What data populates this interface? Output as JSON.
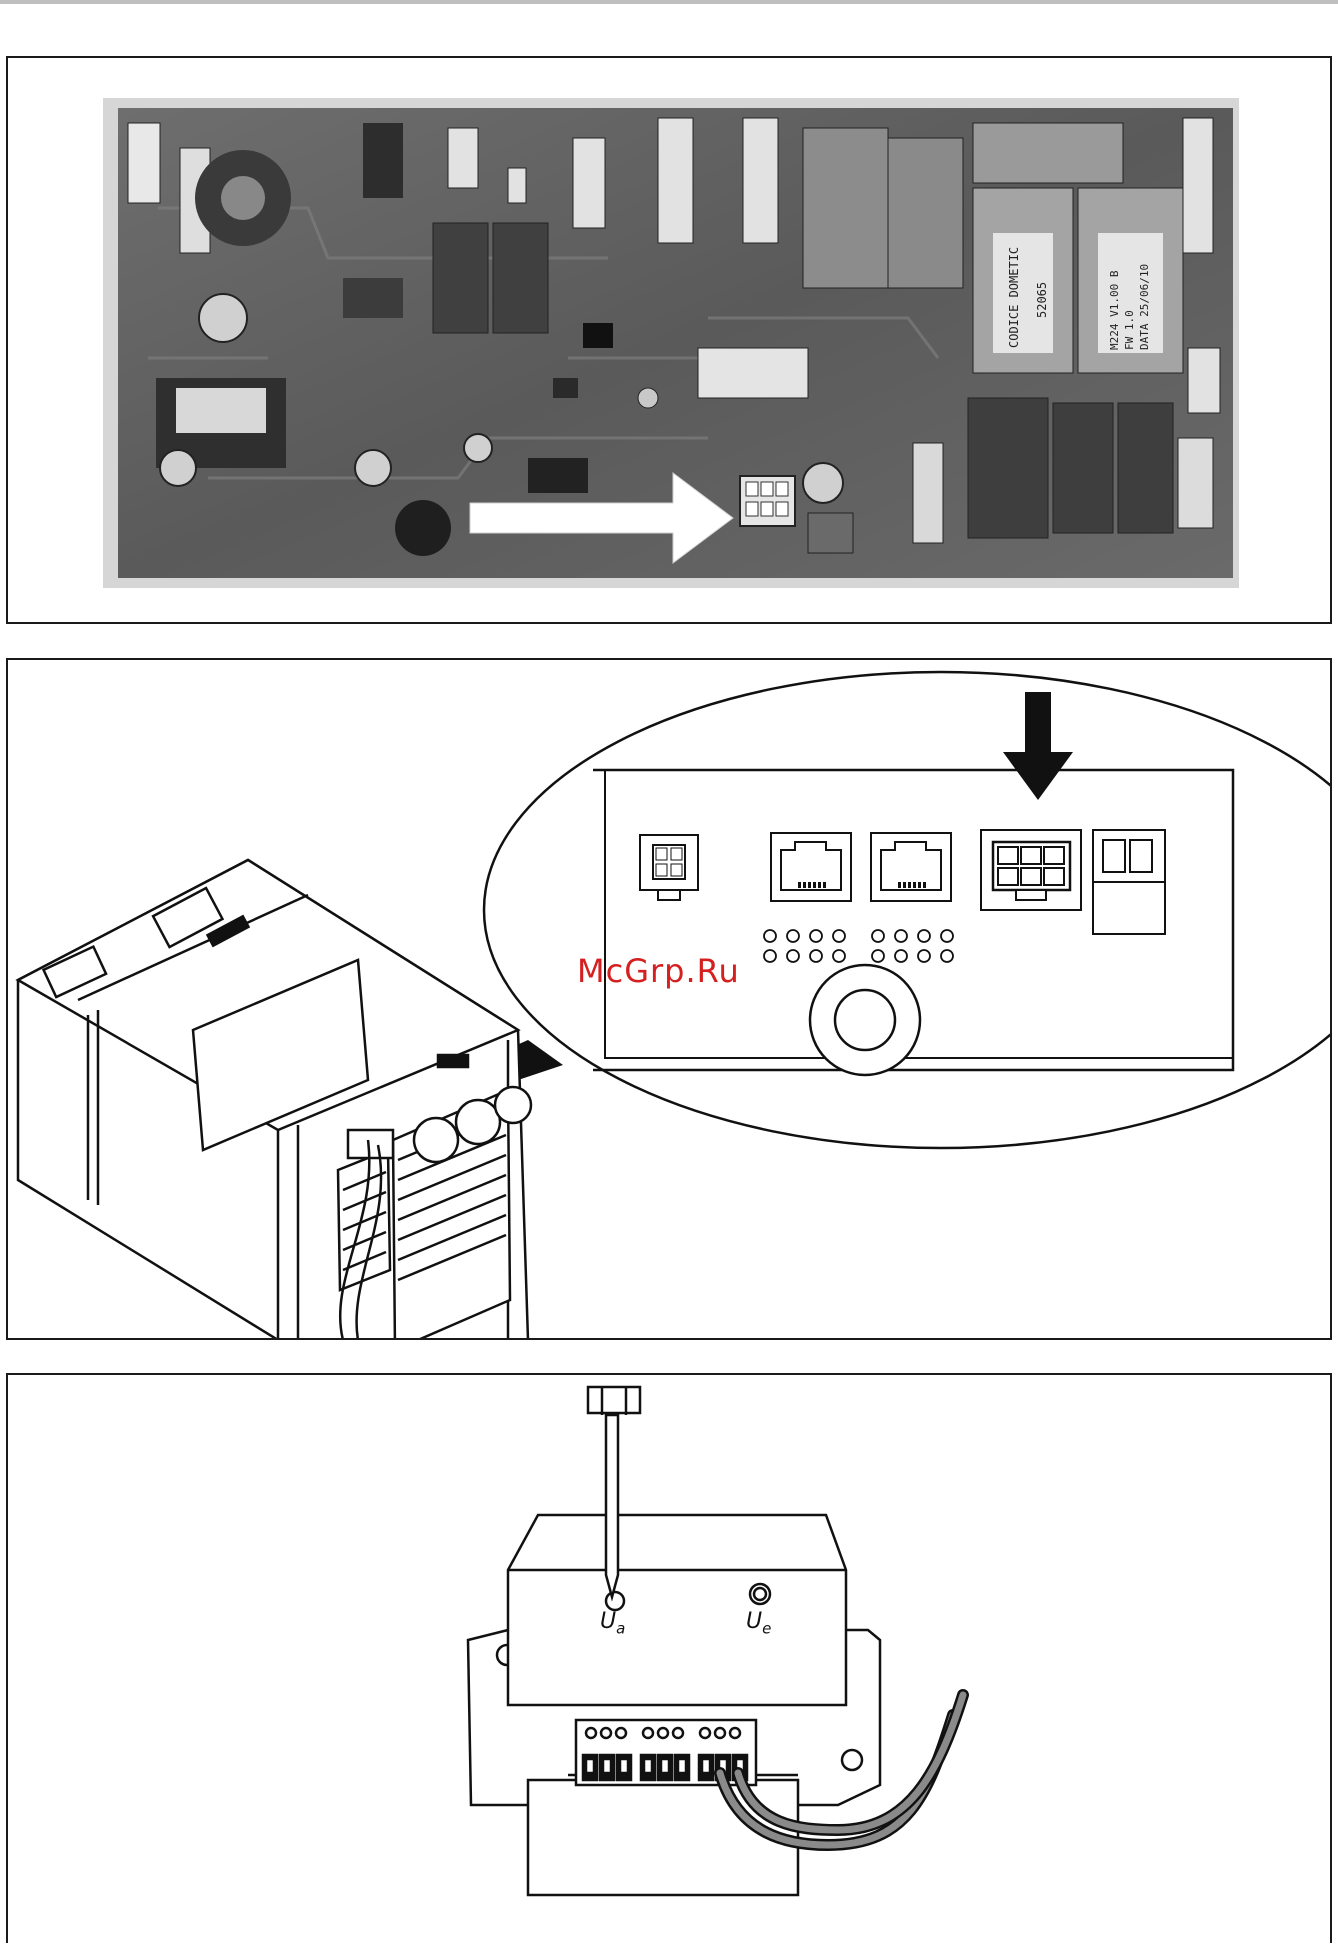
{
  "watermark": "McGrp.Ru",
  "pcb": {
    "label_line1": "CODICE DOMETIC",
    "label_line2": "52065",
    "label2_line1": "M224 V1.00   B",
    "label2_line2": "FW        1.0",
    "label2_line3": "DATA   25/06/10"
  },
  "module": {
    "ua_main": "U",
    "ua_sub": "a",
    "ue_main": "U",
    "ue_sub": "e"
  }
}
